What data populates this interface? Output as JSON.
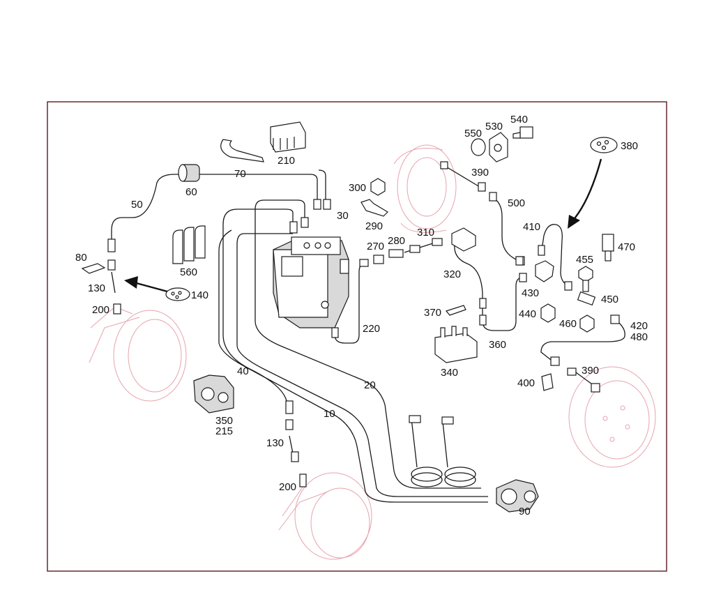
{
  "diagram": {
    "labels": {
      "l10": "10",
      "l20": "20",
      "l30": "30",
      "l40": "40",
      "l50": "50",
      "l60": "60",
      "l70": "70",
      "l80": "80",
      "l90": "90",
      "l130a": "130",
      "l130b": "130",
      "l140": "140",
      "l200a": "200",
      "l200b": "200",
      "l210": "210",
      "l215": "215",
      "l220": "220",
      "l270": "270",
      "l280": "280",
      "l290": "290",
      "l300": "300",
      "l310": "310",
      "l320": "320",
      "l340": "340",
      "l350": "350",
      "l360": "360",
      "l370": "370",
      "l380": "380",
      "l390a": "390",
      "l390b": "390",
      "l400": "400",
      "l410": "410",
      "l420": "420",
      "l430": "430",
      "l440": "440",
      "l450": "450",
      "l455": "455",
      "l460": "460",
      "l470": "470",
      "l480": "480",
      "l500": "500",
      "l530": "530",
      "l540": "540",
      "l550": "550",
      "l560": "560"
    }
  },
  "colors": {
    "frame": "#5a1a22",
    "ghost": "#e6a3ad",
    "line": "#1a1a1a"
  }
}
